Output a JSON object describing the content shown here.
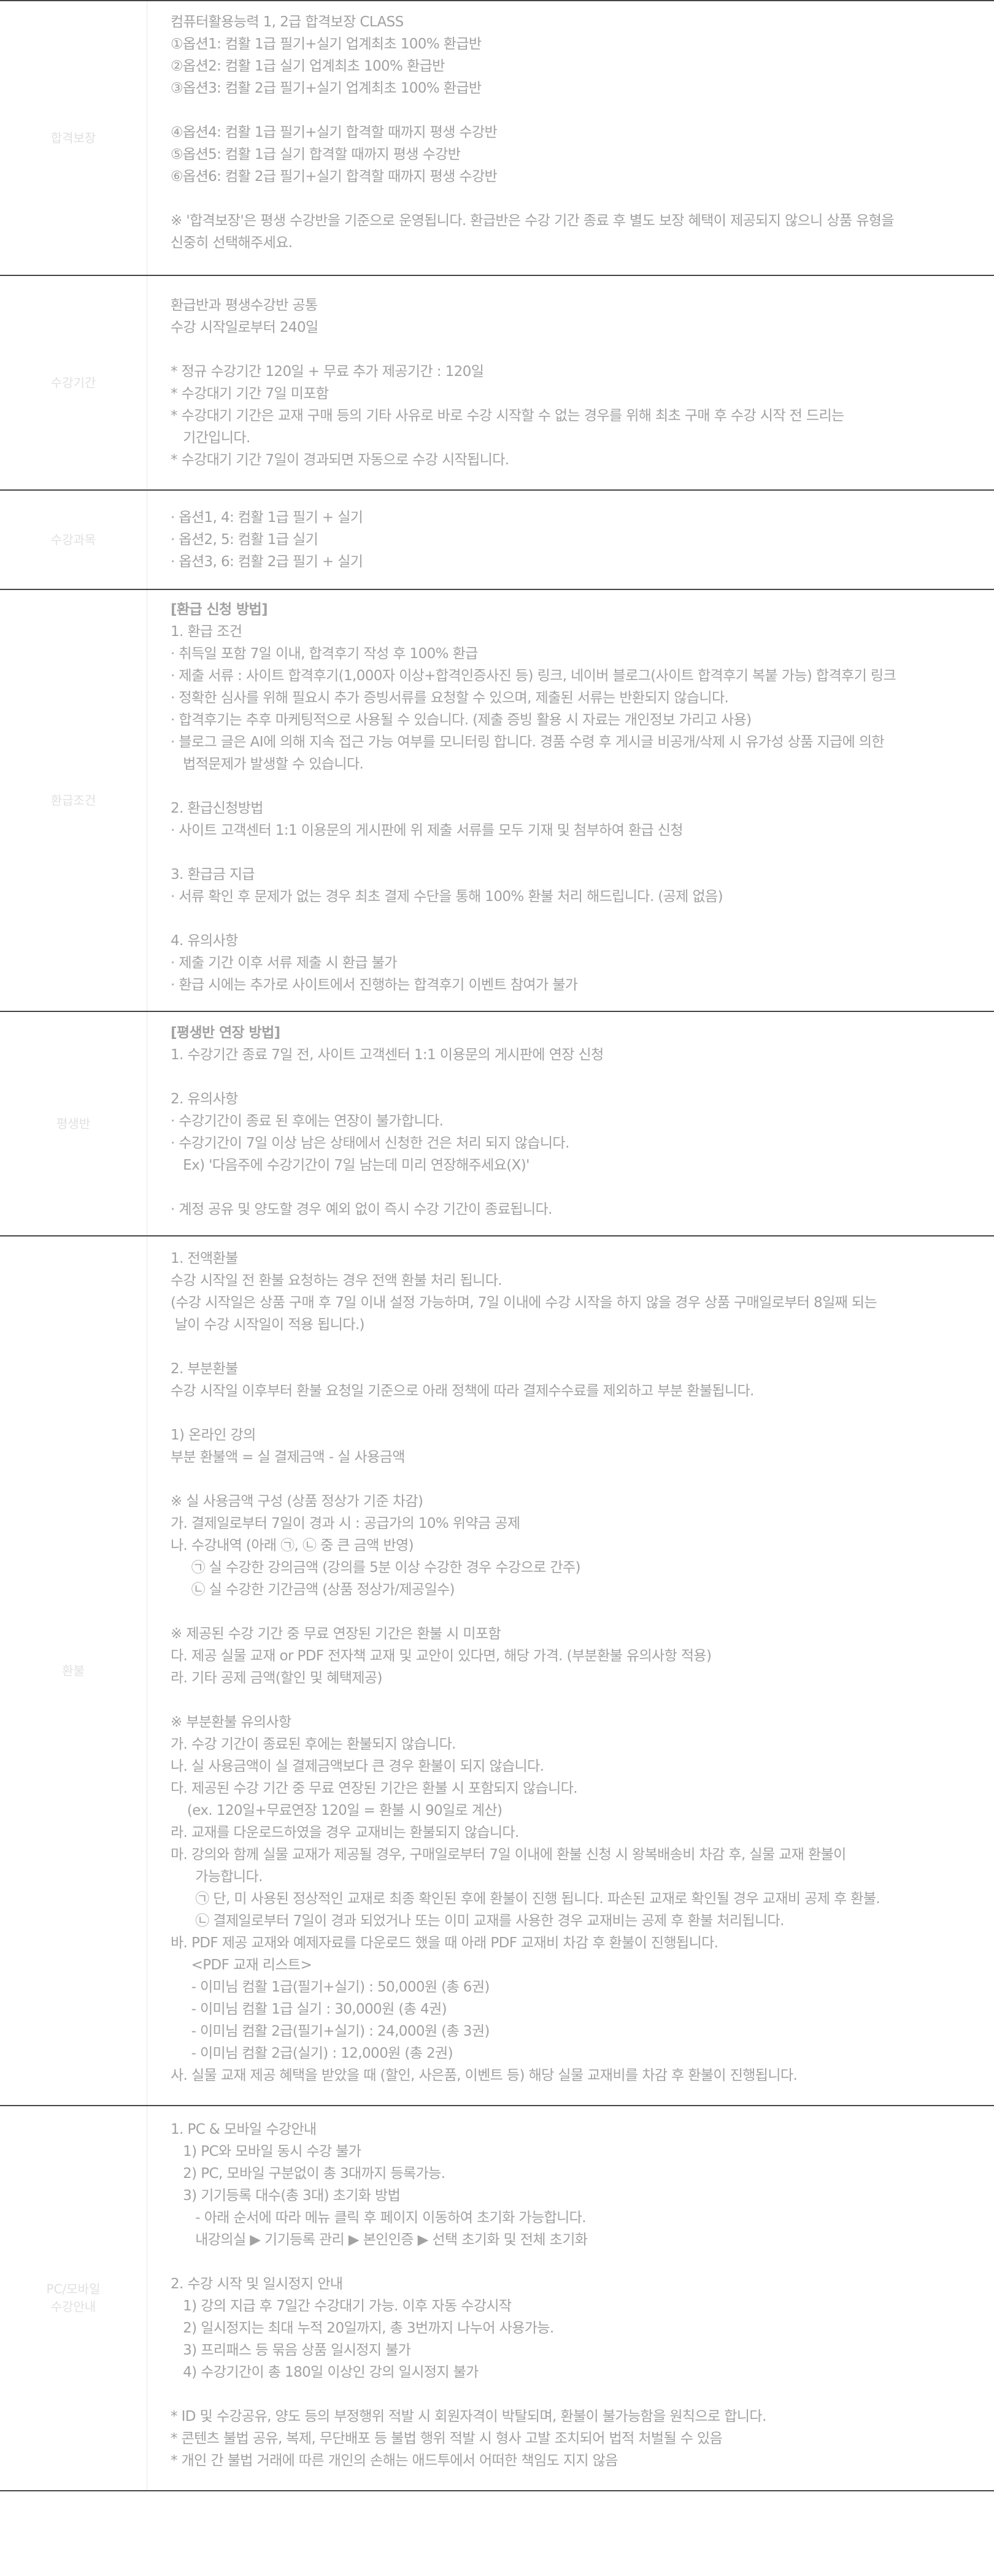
{
  "rows": [
    {
      "label": "합격보장",
      "lines": [
        "컴퓨터활용능력 1, 2급 합격보장 CLASS",
        "①옵션1: 컴활 1급 필기+실기 업계최초 100% 환급반",
        "②옵션2: 컴활 1급 실기 업계최초 100% 환급반",
        "③옵션3: 컴활 2급 필기+실기 업계최초 100% 환급반",
        "",
        "④옵션4: 컴활 1급 필기+실기 합격할 때까지 평생 수강반",
        "⑤옵션5: 컴활 1급 실기 합격할 때까지 평생 수강반",
        "⑥옵션6: 컴활 2급 필기+실기 합격할 때까지 평생 수강반",
        "",
        "※ '합격보장'은 평생 수강반을 기준으로 운영됩니다. 환급반은 수강 기간 종료 후 별도 보장 혜택이 제공되지 않으니 상품 유형을",
        "신중히 선택해주세요."
      ]
    },
    {
      "label": "수강기간",
      "lines": [
        "환급반과 평생수강반 공통",
        "수강 시작일로부터 240일",
        "",
        "* 정규 수강기간 120일 + 무료 추가 제공기간 : 120일",
        "* 수강대기 기간 7일 미포함",
        "* 수강대기 기간은 교재 구매 등의 기타 사유로 바로 수강 시작할 수 없는 경우를 위해 최초 구매 후 수강 시작 전 드리는",
        "   기간입니다.",
        "* 수강대기 기간 7일이 경과되면 자동으로 수강 시작됩니다."
      ]
    },
    {
      "label": "수강과목",
      "lines": [
        "· 옵션1, 4: 컴활 1급 필기 + 실기",
        "· 옵션2, 5: 컴활 1급 실기",
        "· 옵션3, 6: 컴활 2급 필기 + 실기"
      ]
    },
    {
      "label": "환급조건",
      "lines": [
        "[환급 신청 방법]",
        "1. 환급 조건",
        "· 취득일 포함 7일 이내, 합격후기 작성 후 100% 환급",
        "· 제출 서류 : 사이트 합격후기(1,000자 이상+합격인증사진 등) 링크, 네이버 블로그(사이트 합격후기 복붙 가능) 합격후기 링크",
        "· 정확한 심사를 위해 필요시 추가 증빙서류를 요청할 수 있으며, 제출된 서류는 반환되지 않습니다.",
        "· 합격후기는 추후 마케팅적으로 사용될 수 있습니다. (제출 증빙 활용 시 자료는 개인정보 가리고 사용)",
        "· 블로그 글은 AI에 의해 지속 접근 가능 여부를 모니터링 합니다. 경품 수령 후 게시글 비공개/삭제 시 유가성 상품 지급에 의한",
        "   법적문제가 발생할 수 있습니다.",
        "",
        "2. 환급신청방법",
        "· 사이트 고객센터 1:1 이용문의 게시판에 위 제출 서류를 모두 기재 및 첨부하여 환급 신청",
        "",
        "3. 환급금 지급",
        "· 서류 확인 후 문제가 없는 경우 최초 결제 수단을 통해 100% 환불 처리 해드립니다. (공제 없음)",
        "",
        "4. 유의사항",
        "· 제출 기간 이후 서류 제출 시 환급 불가",
        "· 환급 시에는 추가로 사이트에서 진행하는 합격후기 이벤트 참여가 불가"
      ]
    },
    {
      "label": "평생반",
      "lines": [
        "[평생반 연장 방법]",
        "1. 수강기간 종료 7일 전, 사이트 고객센터 1:1 이용문의 게시판에 연장 신청",
        "",
        "2. 유의사항",
        "· 수강기간이 종료 된 후에는 연장이 불가합니다.",
        "· 수강기간이 7일 이상 남은 상태에서 신청한 건은 처리 되지 않습니다.",
        "   Ex) '다음주에 수강기간이 7일 남는데 미리 연장해주세요(X)'",
        "",
        "· 계정 공유 및 양도할 경우 예외 없이 즉시 수강 기간이 종료됩니다."
      ]
    },
    {
      "label": "환불",
      "lines": [
        "1. 전액환불",
        "수강 시작일 전 환불 요청하는 경우 전액 환불 처리 됩니다.",
        "(수강 시작일은 상품 구매 후 7일 이내 설정 가능하며, 7일 이내에 수강 시작을 하지 않을 경우 상품 구매일로부터 8일째 되는",
        " 날이 수강 시작일이 적용 됩니다.)",
        "",
        "2. 부분환불",
        "수강 시작일 이후부터 환불 요청일 기준으로 아래 정책에 따라 결제수수료를 제외하고 부분 환불됩니다.",
        "",
        "1) 온라인 강의",
        "부분 환불액 = 실 결제금액 - 실 사용금액",
        "",
        "※ 실 사용금액 구성 (상품 정상가 기준 차감)",
        "가. 결제일로부터 7일이 경과 시 : 공급가의 10% 위약금 공제",
        "나. 수강내역 (아래 ㉠, ㉡ 중 큰 금액 반영)",
        "     ㉠ 실 수강한 강의금액 (강의를 5분 이상 수강한 경우 수강으로 간주)",
        "     ㉡ 실 수강한 기간금액 (상품 정상가/제공일수)",
        "",
        "※ 제공된 수강 기간 중 무료 연장된 기간은 환불 시 미포함",
        "다. 제공 실물 교재 or PDF 전자책 교재 및 교안이 있다면, 해당 가격. (부분환불 유의사항 적용)",
        "라. 기타 공제 금액(할인 및 혜택제공)",
        "",
        "※ 부분환불 유의사항",
        "가. 수강 기간이 종료된 후에는 환불되지 않습니다.",
        "나. 실 사용금액이 실 결제금액보다 큰 경우 환불이 되지 않습니다.",
        "다. 제공된 수강 기간 중 무료 연장된 기간은 환불 시 포함되지 않습니다.",
        "    (ex. 120일+무료연장 120일 = 환불 시 90일로 계산)",
        "라. 교재를 다운로드하였을 경우 교재비는 환불되지 않습니다.",
        "마. 강의와 함께 실물 교재가 제공될 경우, 구매일로부터 7일 이내에 환불 신청 시 왕복배송비 차감 후, 실물 교재 환불이",
        "      가능합니다.",
        "      ㉠ 단, 미 사용된 정상적인 교재로 최종 확인된 후에 환불이 진행 됩니다. 파손된 교재로 확인될 경우 교재비 공제 후 환불.",
        "      ㉡ 결제일로부터 7일이 경과 되었거나 또는 이미 교재를 사용한 경우 교재비는 공제 후 환불 처리됩니다.",
        "바. PDF 제공 교재와 예제자료를 다운로드 했을 때 아래 PDF 교재비 차감 후 환불이 진행됩니다.",
        "     <PDF 교재 리스트>",
        "     - 이미님 컴활 1급(필기+실기) : 50,000원 (총 6권)",
        "     - 이미님 컴활 1급 실기 : 30,000원 (총 4권)",
        "     - 이미님 컴활 2급(필기+실기) : 24,000원 (총 3권)",
        "     - 이미님 컴활 2급(실기) : 12,000원 (총 2권)",
        "사. 실물 교재 제공 혜택을 받았을 때 (할인, 사은품, 이벤트 등) 해당 실물 교재비를 차감 후 환불이 진행됩니다."
      ]
    },
    {
      "label": "PC/모바일\n수강안내",
      "lines": [
        "1. PC & 모바일 수강안내",
        "   1) PC와 모바일 동시 수강 불가",
        "   2) PC, 모바일 구분없이 총 3대까지 등록가능.",
        "   3) 기기등록 대수(총 3대) 초기화 방법",
        "      - 아래 순서에 따라 메뉴 클릭 후 페이지 이동하여 초기화 가능합니다.",
        "      내강의실 ▶ 기기등록 관리 ▶ 본인인증 ▶ 선택 초기화 및 전체 초기화",
        "",
        "2. 수강 시작 및 일시정지 안내",
        "   1) 강의 지급 후 7일간 수강대기 가능. 이후 자동 수강시작",
        "   2) 일시정지는 최대 누적 20일까지, 총 3번까지 나누어 사용가능.",
        "   3) 프리패스 등 묶음 상품 일시정지 불가",
        "   4) 수강기간이 총 180일 이상인 강의 일시정지 불가",
        "",
        "* ID 및 수강공유, 양도 등의 부정행위 적발 시 회원자격이 박탈되며, 환불이 불가능함을 원칙으로 합니다.",
        "* 콘텐츠 불법 공유, 복제, 무단배포 등 불법 행위 적발 시 형사 고발 조치되어 법적 처벌될 수 있음",
        "* 개인 간 불법 거래에 따른 개인의 손해는 애드투에서 어떠한 책임도 지지 않음"
      ]
    }
  ]
}
